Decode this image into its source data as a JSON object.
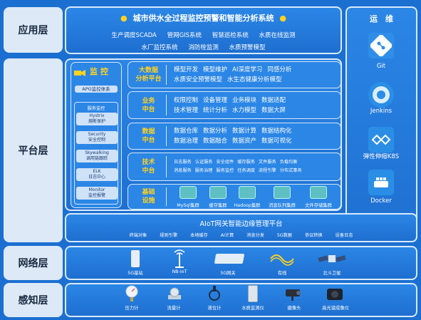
{
  "layers": {
    "app": "应用层",
    "platform": "平台层",
    "network": "网络层",
    "perception": "感知层"
  },
  "app": {
    "title_dot_left": "●",
    "title": "城市供水全过程监控预警和智能分析系统",
    "title_dot_right": "●",
    "row1": [
      "生产调度SCADA",
      "管网GIS系统",
      "智慧巡检系统",
      "水质在线监测"
    ],
    "row2": [
      "水厂监控系统",
      "消防栓监测",
      "水质预警模型"
    ]
  },
  "ops": {
    "title": "运　维",
    "items": [
      "Git",
      "Jenkins",
      "弹性伸缩K8S",
      "Docker"
    ]
  },
  "monitor": {
    "title": "监 控",
    "apm": "APG监控体系",
    "service_title": "服务监控",
    "items": [
      [
        "Hystrix",
        "熔断保护"
      ],
      [
        "Security",
        "安全控制"
      ],
      [
        "Skywalking",
        "调用链跟踪"
      ],
      [
        "ELK",
        "日志中心"
      ],
      [
        "Monitor",
        "监控报警"
      ]
    ]
  },
  "platform": {
    "bigdata": {
      "title_l1": "大数据",
      "title_l2": "分析平台",
      "row1": [
        "模型开发",
        "模型维护",
        "AI深度学习",
        "同感分析"
      ],
      "row2": [
        "水质安全预警模型",
        "水生态健康分析模型"
      ]
    },
    "business": {
      "title_l1": "业务",
      "title_l2": "中台",
      "row1": [
        "权限控制",
        "设备管理",
        "业务模块",
        "数据适配"
      ],
      "row2": [
        "技术管理",
        "统计分析",
        "水力模型",
        "数据大屏"
      ]
    },
    "data": {
      "title_l1": "数据",
      "title_l2": "中台",
      "row1": [
        "数据仓库",
        "数据分析",
        "数据计算",
        "数据结构化"
      ],
      "row2": [
        "数据治理",
        "数据融合",
        "数据资产",
        "数据可视化"
      ]
    },
    "tech": {
      "title_l1": "技术",
      "title_l2": "中台",
      "row1": [
        "日志服务",
        "认证服务",
        "安全组件",
        "缓存服务",
        "文件服务",
        "负载均衡"
      ],
      "row2": [
        "消息服务",
        "服务治理",
        "服务监控",
        "任务调度",
        "流程引擎",
        "分布式事务"
      ]
    },
    "infra": {
      "title_l1": "基础",
      "title_l2": "设施",
      "items": [
        "MySql集群",
        "缓存集群",
        "Hadoop集群",
        "消息队列集群",
        "文件存储集群"
      ]
    }
  },
  "aiot": {
    "title": "AIoT网关智能边缘管理平台",
    "items": [
      "终端对象",
      "规则引擎",
      "本地缓存",
      "AI计算",
      "消息分发",
      "5G数据",
      "协议转换",
      "设备日志"
    ]
  },
  "network": {
    "items": [
      "5G基站",
      "NB-IoT",
      "5G网关",
      "有线",
      "北斗卫星"
    ]
  },
  "perception": {
    "items": [
      "压力计",
      "流量计",
      "液位计",
      "水质监测仪",
      "摄像头",
      "高光谱成像仪"
    ]
  },
  "colors": {
    "background": "#1b6fd1",
    "panel": "#2b86e6",
    "accent_yellow": "#ffd21f",
    "label_bg": "#dde9f7",
    "teal_icon": "#5fc0c3"
  }
}
